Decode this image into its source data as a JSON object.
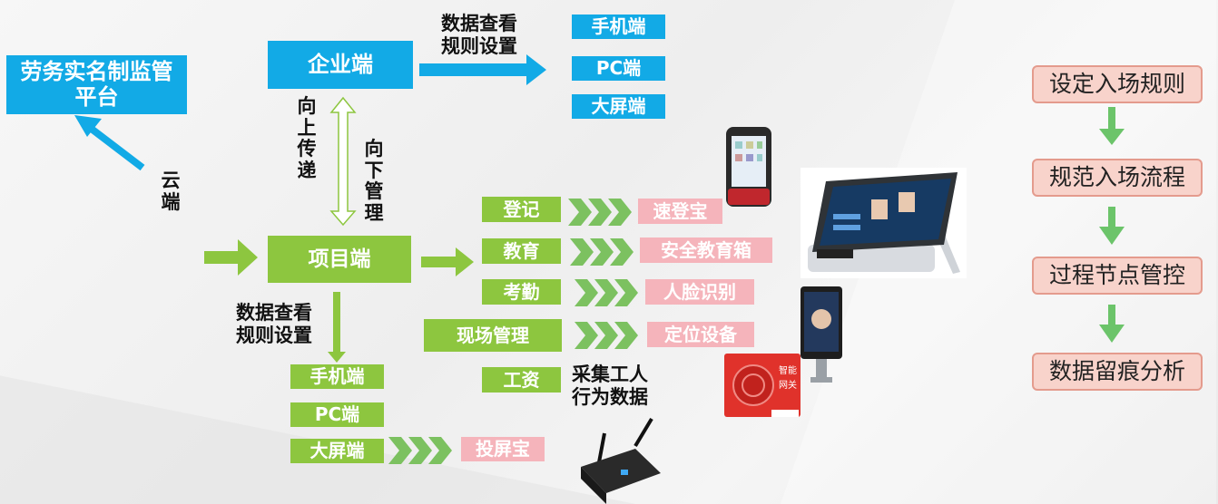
{
  "platform": {
    "title": "劳务实名制监管平台"
  },
  "cloud": {
    "label": "云端"
  },
  "enterprise": {
    "label": "企业端",
    "note_line1": "数据查看",
    "note_line2": "规则设置",
    "clients": [
      "手机端",
      "PC端",
      "大屏端"
    ]
  },
  "sync": {
    "up_label": "向上传递",
    "down_label": "向下管理"
  },
  "project": {
    "label": "项目端",
    "note_line1": "数据查看",
    "note_line2": "规则设置",
    "clients": [
      "手机端",
      "PC端",
      "大屏端"
    ],
    "screen_device": "投屏宝"
  },
  "modules": [
    {
      "name": "登记",
      "device": "速登宝"
    },
    {
      "name": "教育",
      "device": "安全教育箱"
    },
    {
      "name": "考勤",
      "device": "人脸识别"
    },
    {
      "name": "现场管理",
      "device": "定位设备"
    },
    {
      "name": "工资",
      "device": ""
    }
  ],
  "wage_note": {
    "line1": "采集工人",
    "line2": "行为数据"
  },
  "gateway": {
    "label_line1": "智能",
    "label_line2": "网关"
  },
  "flow": {
    "steps": [
      "设定入场规则",
      "规范入场流程",
      "过程节点管控",
      "数据留痕分析"
    ]
  },
  "colors": {
    "blue": "#12aae6",
    "green": "#8dc63f",
    "pink": "#f5b4bb",
    "step_fill": "#f8d3cb",
    "step_border": "#e49b8d",
    "arrow_green": "#6cc46a"
  }
}
